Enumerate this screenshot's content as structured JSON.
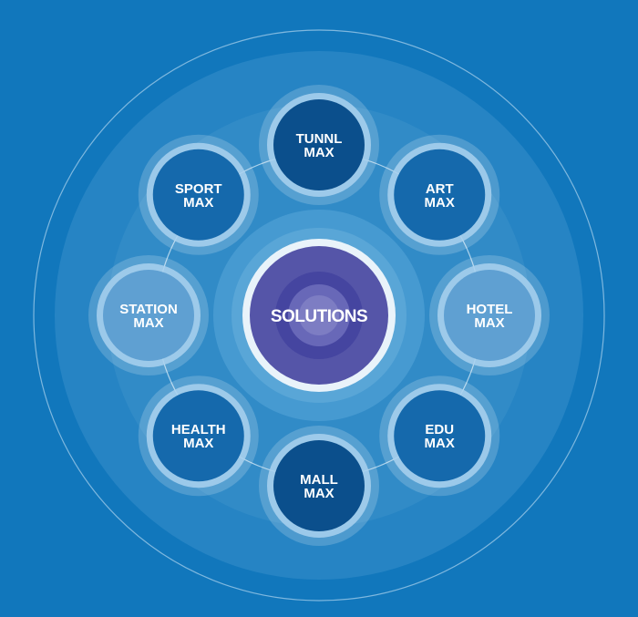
{
  "colors": {
    "background": "#1177bc",
    "outer_disc": "#2a88c6",
    "ring_outline": "#8ec3e6",
    "node_dark": "#0b4f8c",
    "node_mid": "#1569ac",
    "node_light": "#5fa0d2",
    "center_fill": "#4a4aa0",
    "center_ring": "#e6f1f9"
  },
  "center": {
    "label": "SOLUTIONS"
  },
  "nodes": [
    {
      "id": "tunnl",
      "line1": "TUNNL",
      "line2": "MAX",
      "shade": "dark"
    },
    {
      "id": "art",
      "line1": "ART",
      "line2": "MAX",
      "shade": "mid"
    },
    {
      "id": "hotel",
      "line1": "HOTEL",
      "line2": "MAX",
      "shade": "light"
    },
    {
      "id": "edu",
      "line1": "EDU",
      "line2": "MAX",
      "shade": "mid"
    },
    {
      "id": "mall",
      "line1": "MALL",
      "line2": "MAX",
      "shade": "dark"
    },
    {
      "id": "health",
      "line1": "HEALTH",
      "line2": "MAX",
      "shade": "mid"
    },
    {
      "id": "station",
      "line1": "STATION",
      "line2": "MAX",
      "shade": "light"
    },
    {
      "id": "sport",
      "line1": "SPORT",
      "line2": "MAX",
      "shade": "mid"
    }
  ]
}
